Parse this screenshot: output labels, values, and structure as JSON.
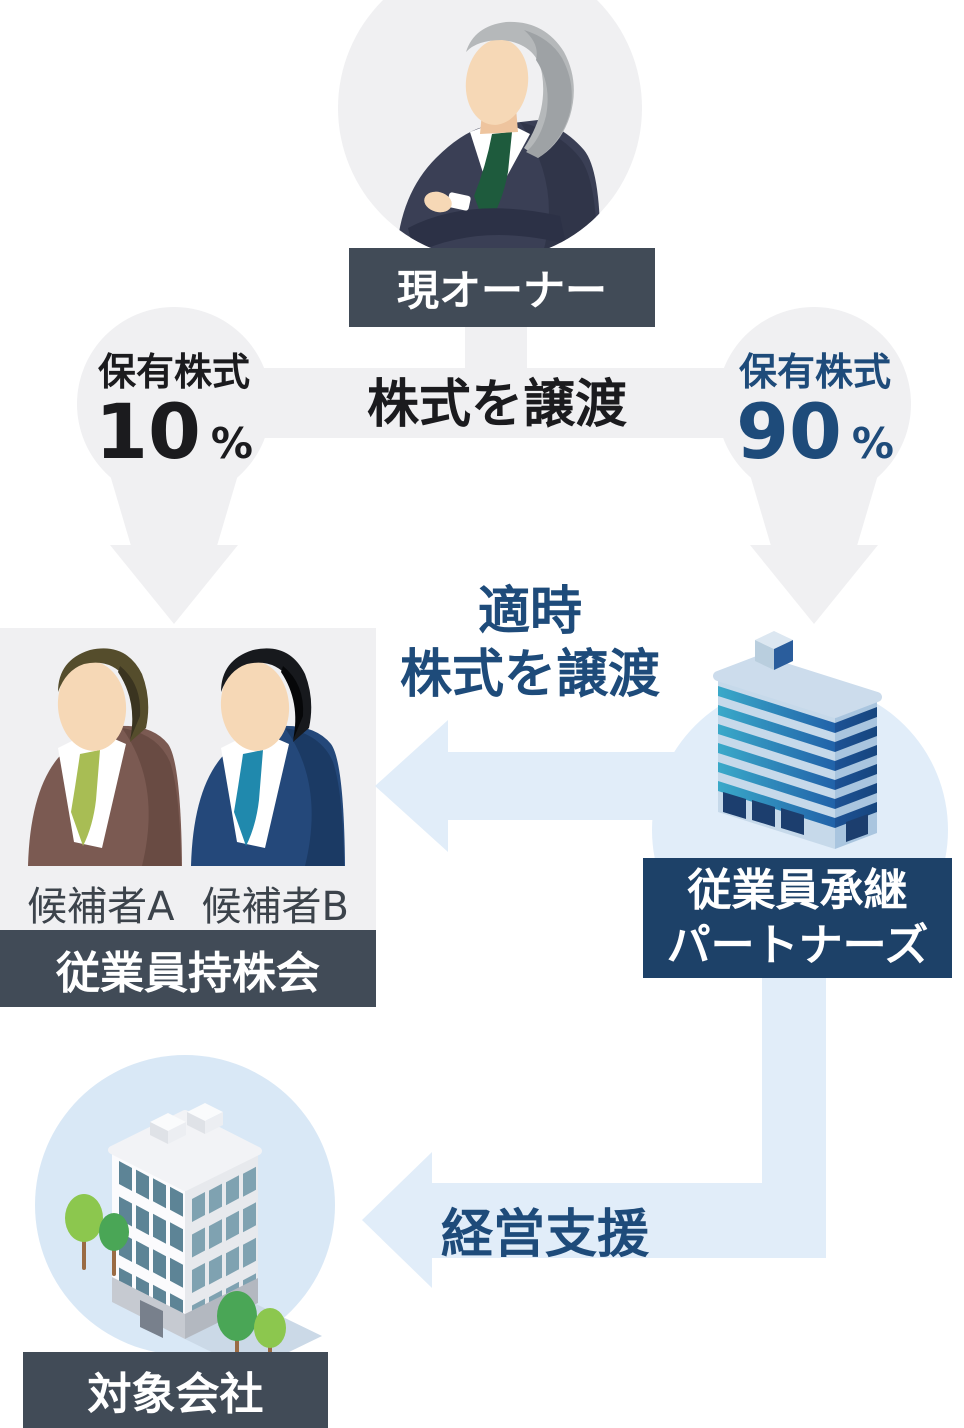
{
  "diagram": {
    "owner": {
      "label": "現オーナー"
    },
    "transfer_band": {
      "text": "株式を譲渡"
    },
    "left_stake": {
      "label": "保有株式",
      "value": "10",
      "unit": "%"
    },
    "right_stake": {
      "label": "保有株式",
      "value": "90",
      "unit": "%"
    },
    "esop": {
      "candidate_a": "候補者A",
      "candidate_b": "候補者B",
      "label": "従業員持株会"
    },
    "partners": {
      "line1": "従業員承継",
      "line2": "パートナーズ"
    },
    "timely_transfer": {
      "line1": "適時",
      "line2": "株式を譲渡"
    },
    "support": {
      "text": "経営支援"
    },
    "target": {
      "label": "対象会社"
    }
  },
  "illustrations": {
    "owner": "businessman-icon",
    "candidate_a": "employee-brown-suit-icon",
    "candidate_b": "employee-navy-suit-icon",
    "partners": "blue-office-tower-icon",
    "target": "white-office-building-icon"
  },
  "colors": {
    "label_slate": "#414b57",
    "label_navy": "#1d4168",
    "text_navy": "#1e4b7a",
    "text_dark": "#1b1b1e",
    "shape_gray": "#f0f0f2",
    "arrow_blue": "#e1edf9",
    "circle_blue": "#d9e8f6",
    "text_white": "#ffffff",
    "candidate_text": "#3c434b"
  }
}
